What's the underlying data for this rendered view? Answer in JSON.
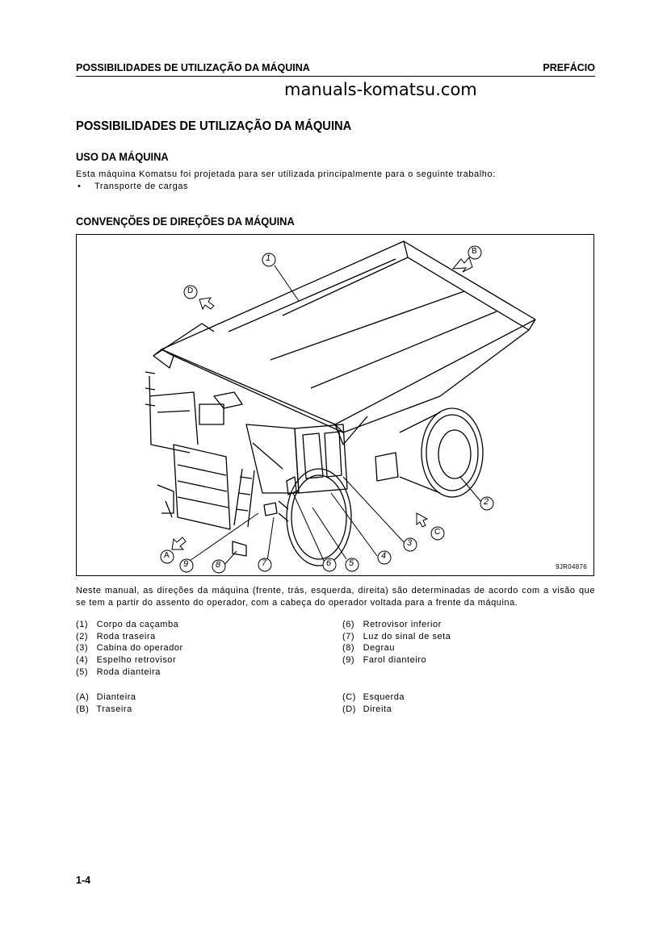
{
  "header": {
    "left": "POSSIBILIDADES DE UTILIZAÇÃO DA MÁQUINA",
    "right": "PREFÁCIO"
  },
  "watermark": "manuals-komatsu.com",
  "title": "POSSIBILIDADES DE UTILIZAÇÃO DA MÁQUINA",
  "section1": {
    "heading": "USO DA MÁQUINA",
    "intro": "Esta máquina Komatsu foi projetada para ser utilizada principalmente para o seguinte trabalho:",
    "bullet": "•",
    "bullet_text": "Transporte de cargas"
  },
  "section2": {
    "heading": "CONVENÇÕES DE DIREÇÕES DA MÁQUINA"
  },
  "figure": {
    "code": "9JR04876",
    "callouts": [
      "1",
      "2",
      "3",
      "4",
      "5",
      "6",
      "7",
      "8",
      "9",
      "A",
      "B",
      "C",
      "D"
    ]
  },
  "description": "Neste manual, as direções da máquina (frente, trás, esquerda, direita) são determinadas de acordo com a visão que se tem a partir do assento do operador, com a cabeça do operador voltada para a frente da máquina.",
  "legend_parts": [
    {
      "num": "(1)",
      "label": "Corpo da caçamba"
    },
    {
      "num": "(2)",
      "label": "Roda traseira"
    },
    {
      "num": "(3)",
      "label": "Cabina do operador"
    },
    {
      "num": "(4)",
      "label": "Espelho retrovisor"
    },
    {
      "num": "(5)",
      "label": "Roda dianteira"
    },
    {
      "num": "(6)",
      "label": "Retrovisor inferior"
    },
    {
      "num": "(7)",
      "label": "Luz do sinal de seta"
    },
    {
      "num": "(8)",
      "label": "Degrau"
    },
    {
      "num": "(9)",
      "label": "Farol dianteiro"
    }
  ],
  "legend_directions": [
    {
      "num": "(A)",
      "label": "Dianteira"
    },
    {
      "num": "(B)",
      "label": "Traseira"
    },
    {
      "num": "(C)",
      "label": "Esquerda"
    },
    {
      "num": "(D)",
      "label": "Direita"
    }
  ],
  "page_number": "1-4"
}
